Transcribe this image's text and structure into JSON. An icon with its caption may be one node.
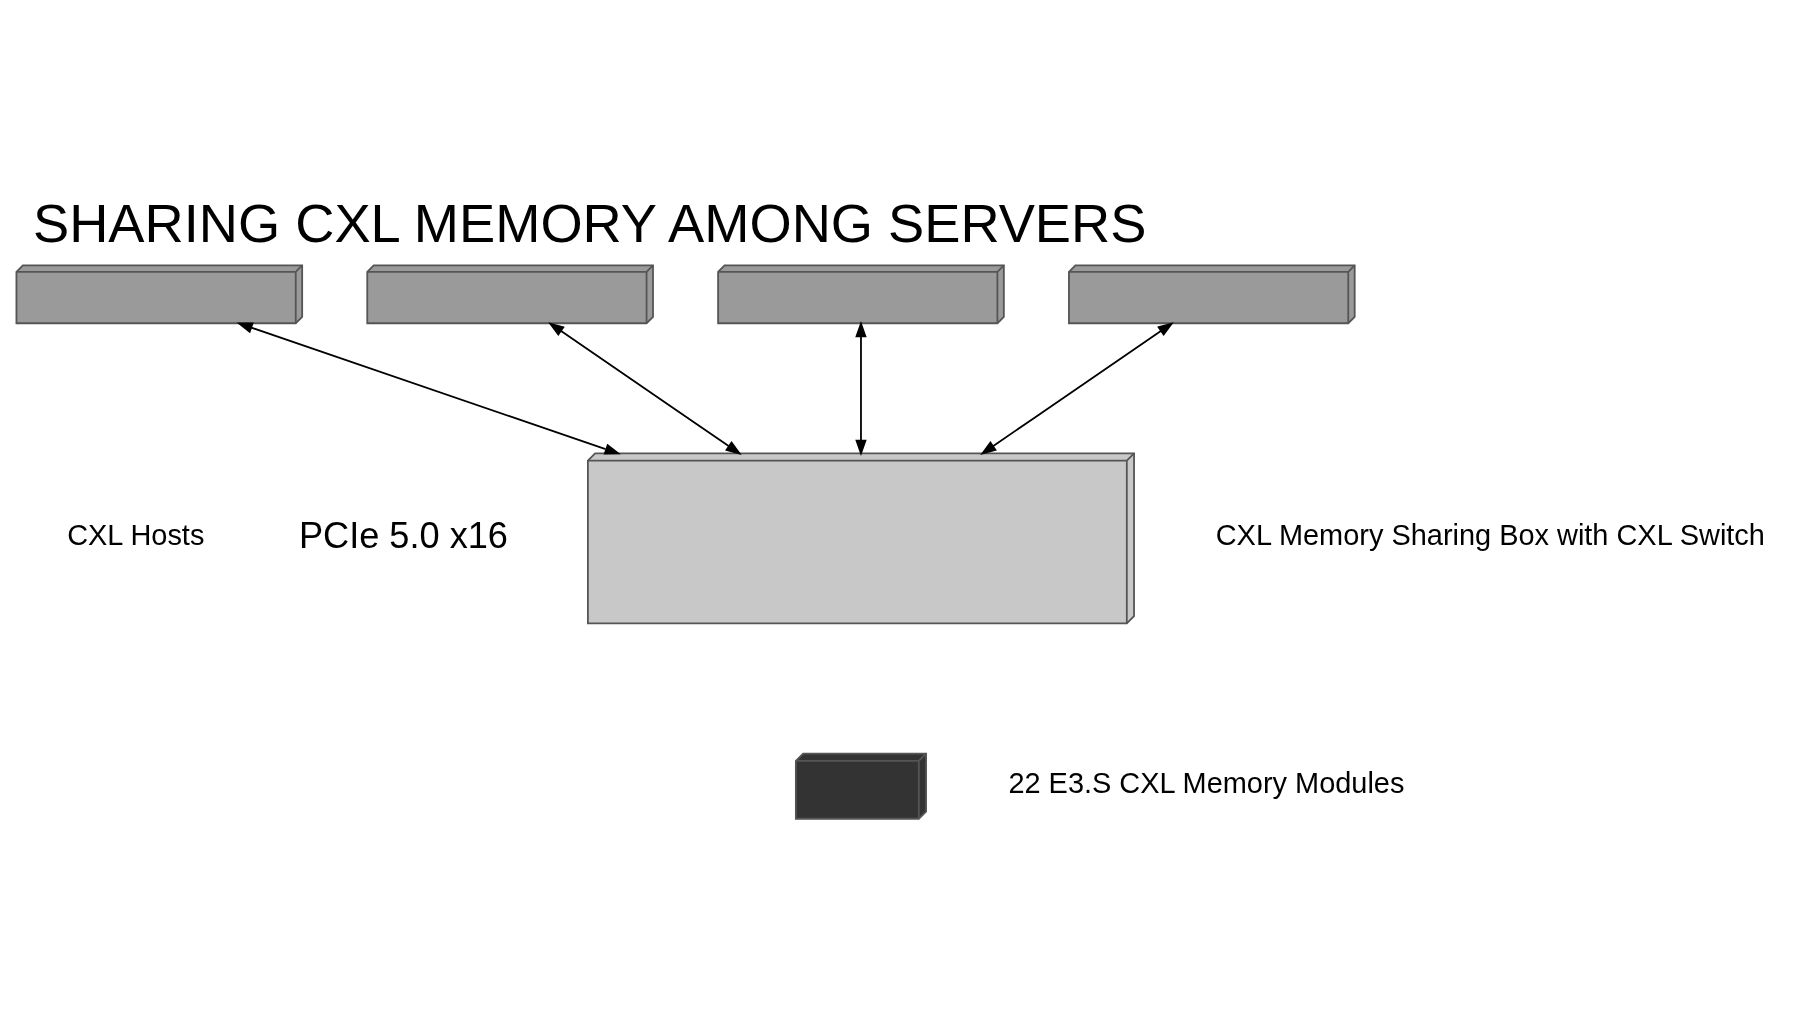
{
  "diagram": {
    "title": "SHARING CXL MEMORY AMONG SERVERS",
    "nodes": [
      {
        "text": [],
        "shape": "picture"
      },
      {
        "text": [],
        "shape": "picture"
      },
      {
        "text": [],
        "shape": "picture"
      },
      {
        "text": [],
        "shape": "picture"
      },
      {
        "text": [],
        "shape": "picture",
        "beside": [
          "CXL Memory Sharing Box with CXL Switch"
        ]
      },
      {
        "text": [],
        "shape": "picture",
        "beside": [
          "22 E3.S CXL Memory Modules"
        ]
      }
    ],
    "edges": [
      {
        "from": 0,
        "to": 4,
        "arrow": "both"
      },
      {
        "from": 1,
        "to": 4,
        "arrow": "both"
      },
      {
        "from": 2,
        "to": 4,
        "arrow": "both"
      },
      {
        "from": 3,
        "to": 4,
        "arrow": "both"
      }
    ],
    "labels": [
      "CXL Hosts",
      "PCIe 5.0 x16"
    ]
  }
}
